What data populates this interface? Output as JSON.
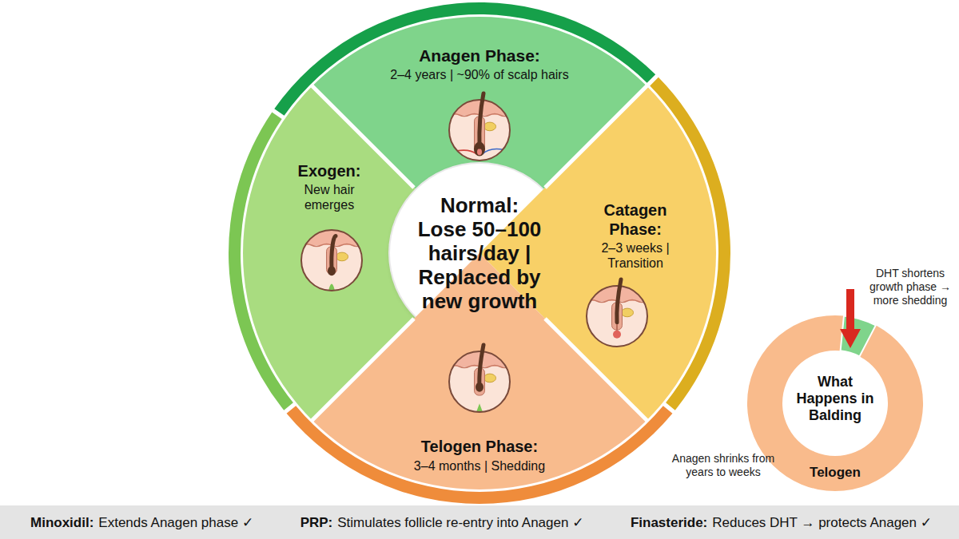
{
  "diagram": {
    "nodes": [
      {
        "text": [
          "Anagen Phase:",
          "2–4 years | ~90% of scalp hairs"
        ]
      },
      {
        "text": [
          "Exogen:",
          "New hair emerges"
        ]
      },
      {
        "text": [
          "Normal: Lose 50–100 hairs/day | Replaced by new growth"
        ]
      },
      {
        "text": [
          "Catagen Phase:",
          "2–3 weeks | Transition"
        ]
      },
      {
        "text": [
          "Telogen Phase:",
          "3–4 months | Shedding"
        ]
      },
      {
        "text": [
          "What Happens in Balding",
          "Telogen"
        ]
      },
      {
        "text": [
          "Minoxidil:",
          "Extends Anagen phase ✓",
          "PRP:",
          "Stimulates follicle re-entry into Anagen ✓",
          "Finasteride:",
          "Reduces DHT → protects Anagen ✓"
        ]
      }
    ],
    "labels": [
      "DHT shortens growth phase → more shedding",
      "Anagen shrinks from years to weeks"
    ]
  }
}
